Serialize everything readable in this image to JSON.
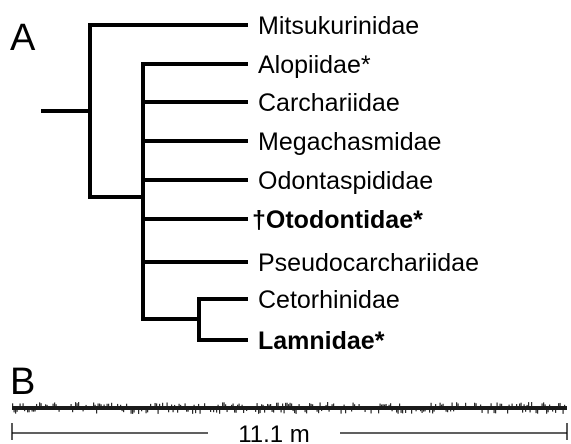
{
  "panel_a": {
    "label": "A",
    "taxa": [
      {
        "name": "Mitsukurinidae",
        "bold": false
      },
      {
        "name": "Alopiidae*",
        "bold": false
      },
      {
        "name": "Carchariidae",
        "bold": false
      },
      {
        "name": "Megachasmidae",
        "bold": false
      },
      {
        "name": "Odontaspididae",
        "bold": false
      },
      {
        "name": "†Otodontidae*",
        "bold": true
      },
      {
        "name": "Pseudocarchariidae",
        "bold": false
      },
      {
        "name": "Cetorhinidae",
        "bold": false
      },
      {
        "name": "Lamnidae*",
        "bold": true
      }
    ]
  },
  "panel_b": {
    "label": "B",
    "length_label": "11.1 m"
  }
}
